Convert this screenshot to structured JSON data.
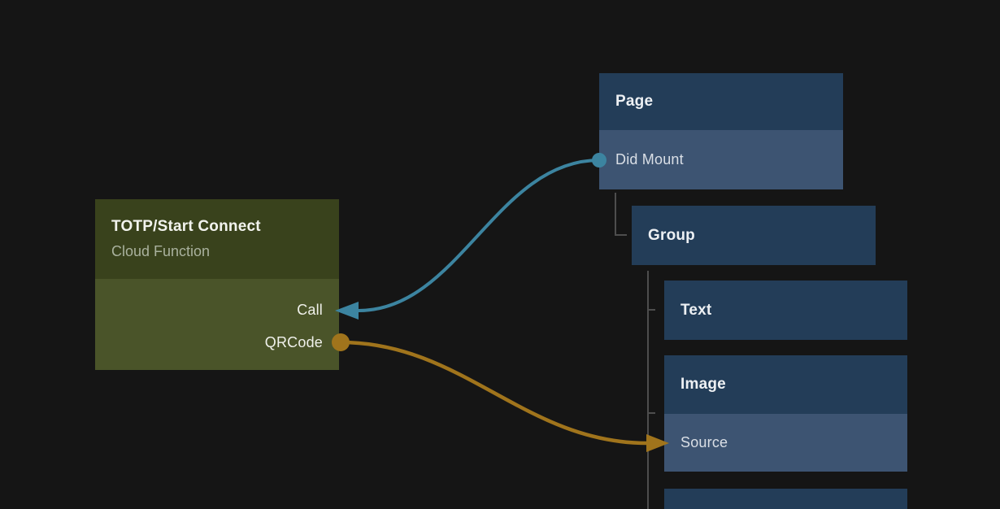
{
  "nodes": {
    "totp": {
      "title": "TOTP/Start Connect",
      "subtitle": "Cloud Function",
      "output_ports": [
        {
          "label": "Call"
        },
        {
          "label": "QRCode"
        }
      ]
    },
    "page": {
      "title": "Page",
      "rows": [
        {
          "label": "Did Mount"
        }
      ]
    },
    "group": {
      "title": "Group"
    },
    "text_element": {
      "title": "Text"
    },
    "image": {
      "title": "Image",
      "rows": [
        {
          "label": "Source"
        }
      ]
    }
  },
  "connections": [
    {
      "from": "Page.Did Mount",
      "to": "TOTP/Start Connect.Call",
      "color": "#3c84a0"
    },
    {
      "from": "TOTP/Start Connect.QRCode",
      "to": "Image.Source",
      "color": "#a0741c"
    }
  ],
  "palette": {
    "background": "#151515",
    "ui_node_header": "#233d58",
    "ui_node_row": "#3d5472",
    "function_node_header": "#39421c",
    "function_node_body": "#4a5429",
    "tree_line": "#4d4d4d",
    "wire_signal": "#3c84a0",
    "wire_data": "#a0741c"
  }
}
